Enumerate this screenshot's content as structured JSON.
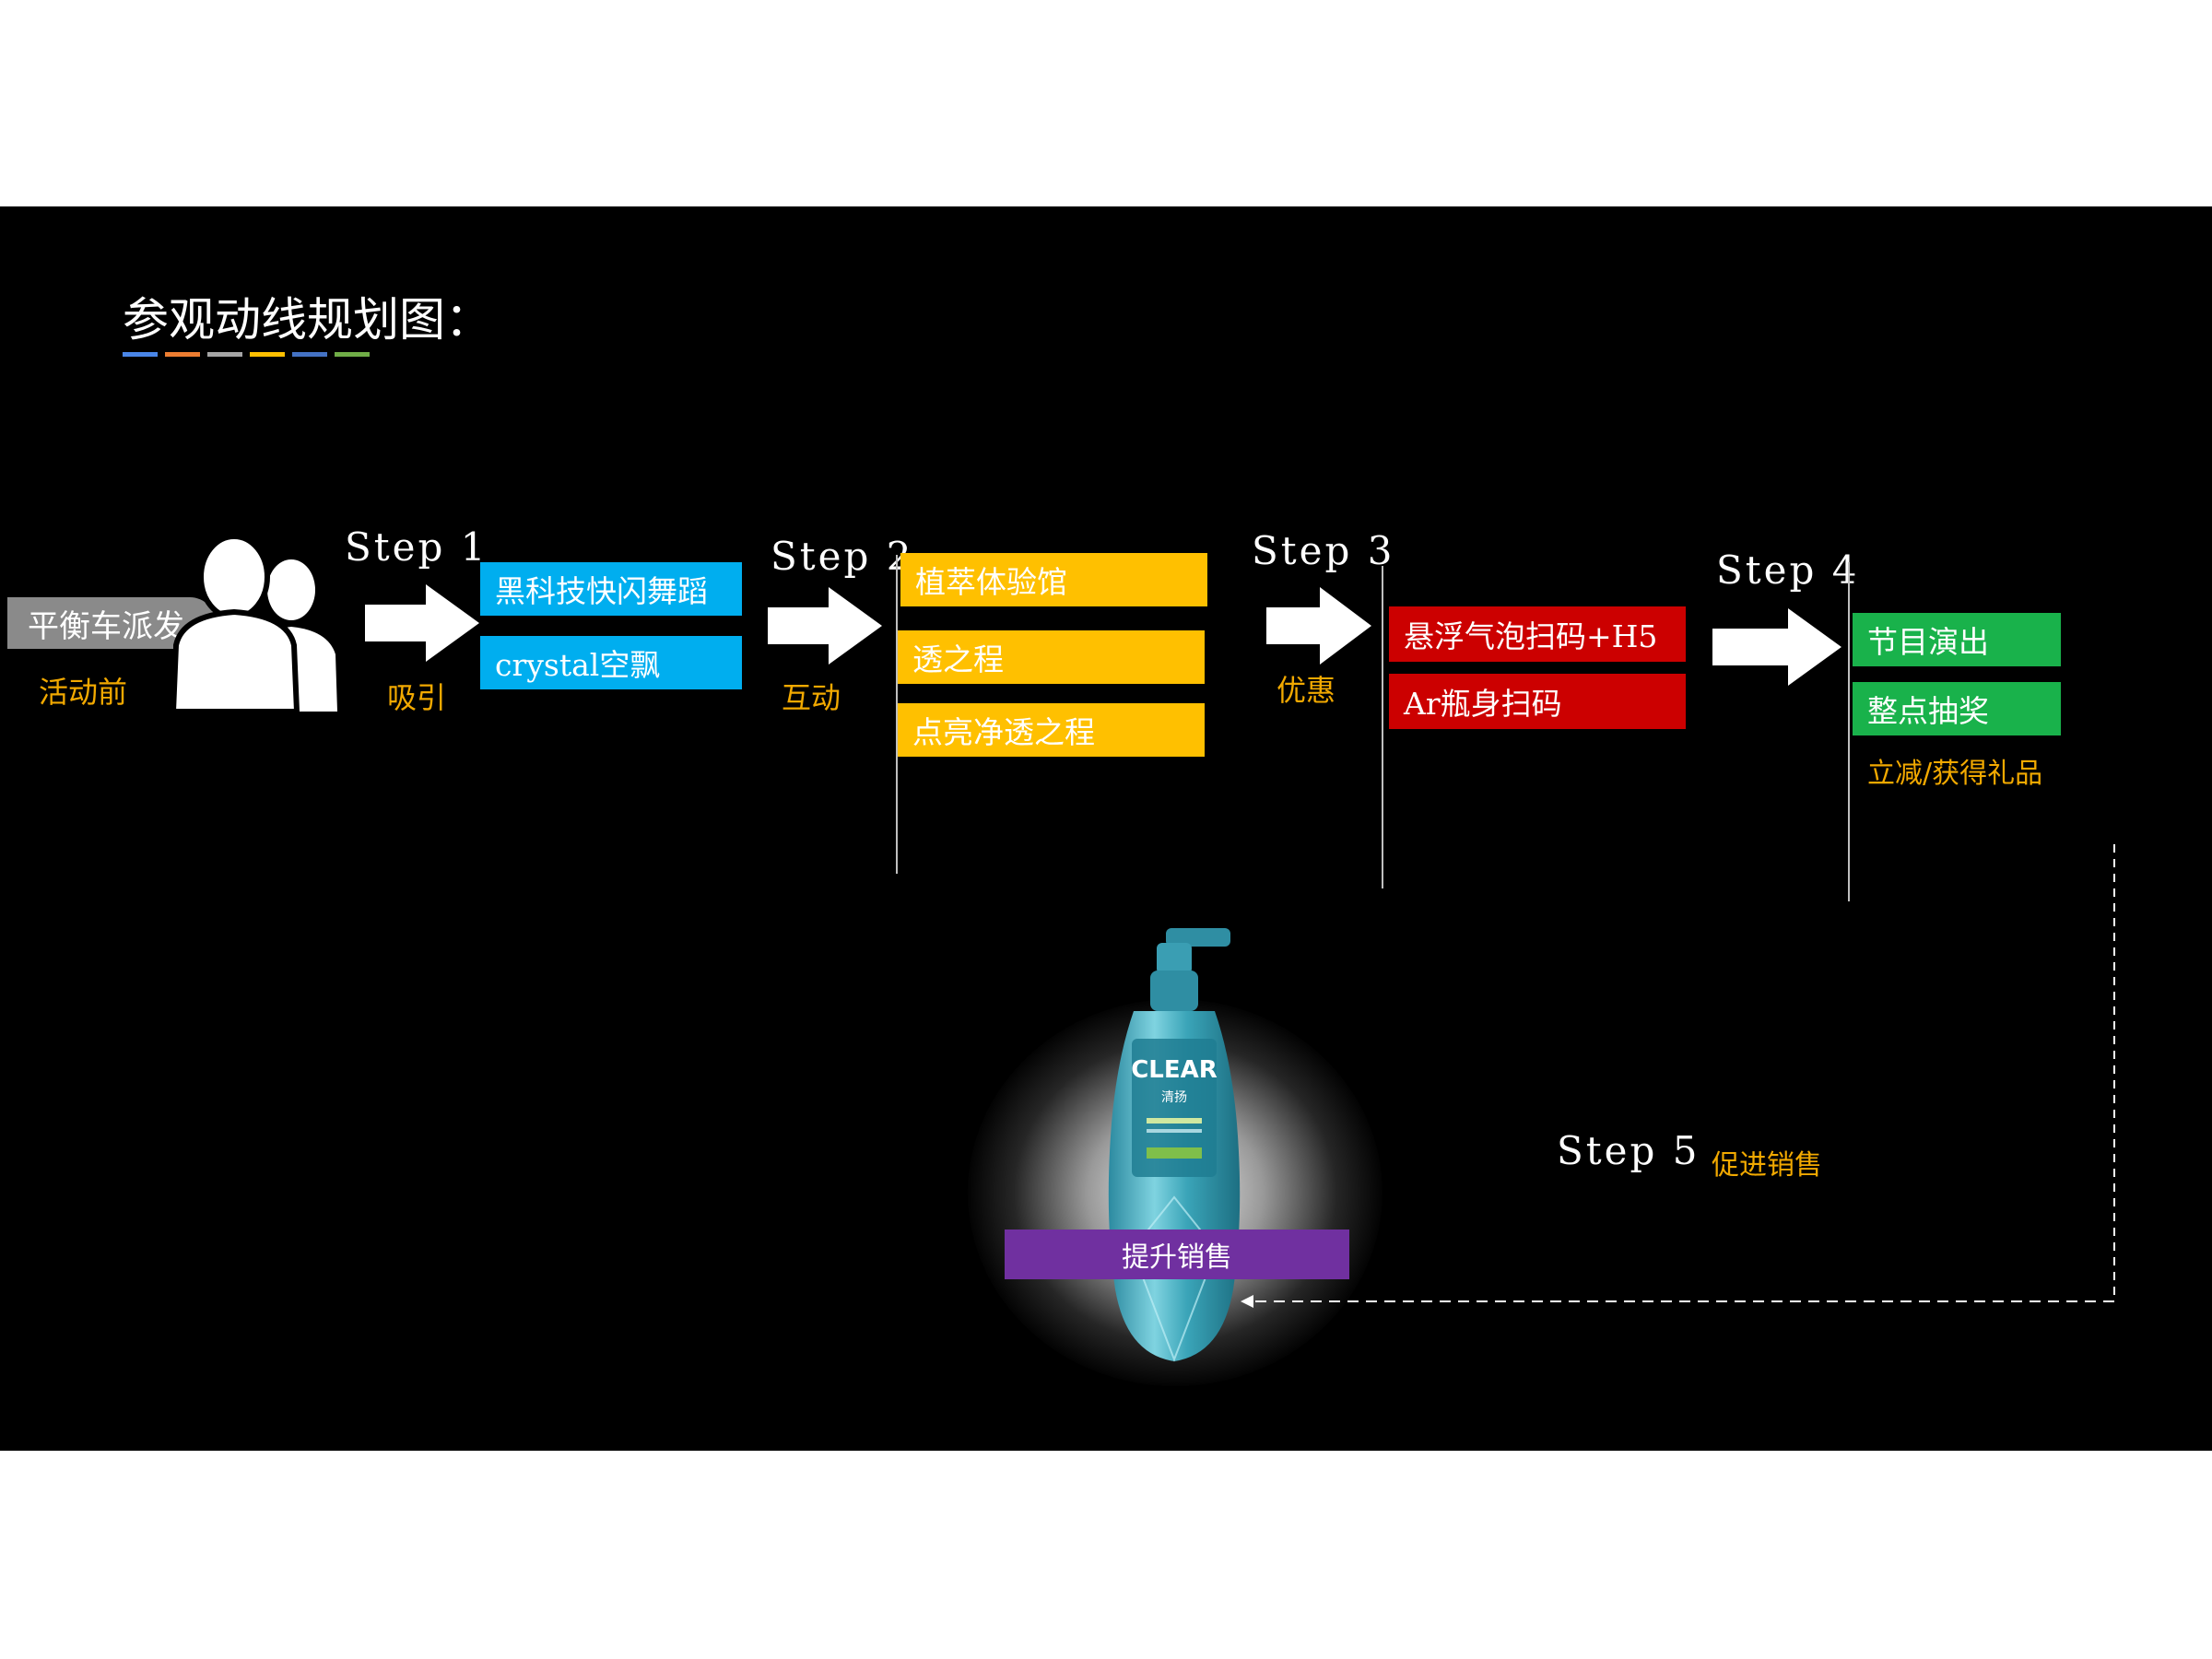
{
  "title": "参观动线规划图：",
  "underline_colors": [
    "#4a86e8",
    "#ed7d31",
    "#a5a5a5",
    "#ffc000",
    "#4472c4",
    "#70ad47"
  ],
  "pre": {
    "tag": "平衡车派发",
    "label": "活动前"
  },
  "steps": [
    {
      "step": "Step 1",
      "label": "吸引",
      "items": [
        "黑科技快闪舞蹈",
        "crystal空飘"
      ]
    },
    {
      "step": "Step 2",
      "label": "互动",
      "items": [
        "植萃体验馆",
        "透之程",
        "点亮净透之程"
      ]
    },
    {
      "step": "Step 3",
      "label": "优惠",
      "items": [
        "悬浮气泡扫码+H5",
        "Ar瓶身扫码"
      ]
    },
    {
      "step": "Step 4",
      "label": "立减/获得礼品",
      "items": [
        "节目演出",
        "整点抽奖"
      ]
    },
    {
      "step": "Step 5",
      "label": "促进销售"
    }
  ],
  "product": {
    "brand": "CLEAR",
    "sub": "清扬",
    "caption": "提升销售"
  },
  "icons": [
    "people-icon",
    "arrow-right-icon",
    "arrow-left-icon"
  ],
  "colors": {
    "cyan": "#00aeef",
    "yellow": "#ffc000",
    "red": "#cc0000",
    "green": "#19b24b",
    "purple": "#7030a0",
    "label": "#f2a900"
  }
}
